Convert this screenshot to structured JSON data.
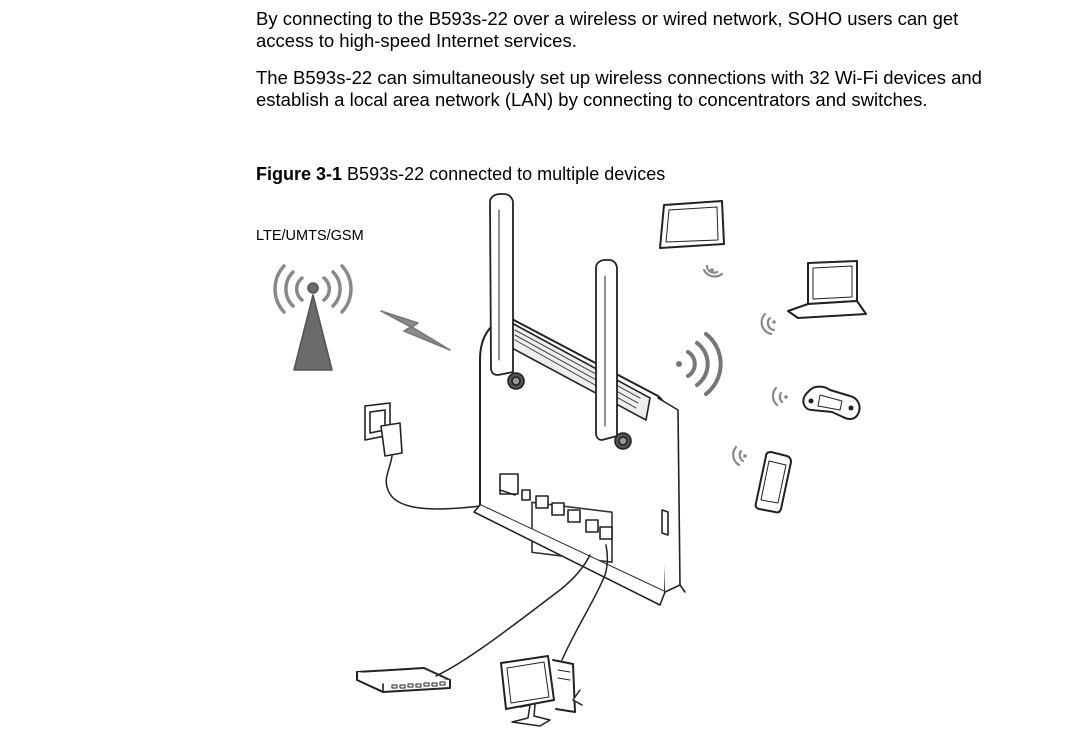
{
  "paragraphs": [
    "By connecting to the B593s-22 over a wireless or wired network, SOHO users can get access to high-speed Internet services.",
    "The B593s-22 can simultaneously set up wireless connections with 32 Wi-Fi devices and establish a local area network (LAN) by connecting to concentrators and switches."
  ],
  "figure": {
    "label": "Figure 3-1",
    "title": "B593s-22 connected to multiple devices",
    "network_label": "LTE/UMTS/GSM",
    "icons": [
      "cell-tower-icon",
      "lightning-icon",
      "router-icon",
      "power-adapter-icon",
      "wifi-waves-icon",
      "tablet-icon",
      "laptop-icon",
      "game-console-icon",
      "smartphone-icon",
      "switch-icon",
      "desktop-computer-icon"
    ]
  }
}
